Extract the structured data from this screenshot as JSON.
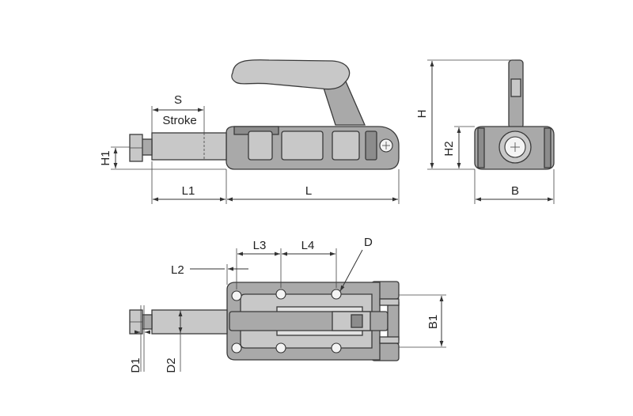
{
  "labels": {
    "s": "S",
    "stroke": "Stroke",
    "h1": "H1",
    "l1": "L1",
    "l": "L",
    "h": "H",
    "h2": "H2",
    "b": "B",
    "l2": "L2",
    "l3": "L3",
    "l4": "L4",
    "d": "D",
    "b1": "B1",
    "d1": "D1",
    "d2": "D2"
  },
  "colors": {
    "body_dark": "#8c8c8c",
    "body_mid": "#a9a9a9",
    "body_light": "#c8c8c8",
    "outline": "#3a3a3a"
  }
}
